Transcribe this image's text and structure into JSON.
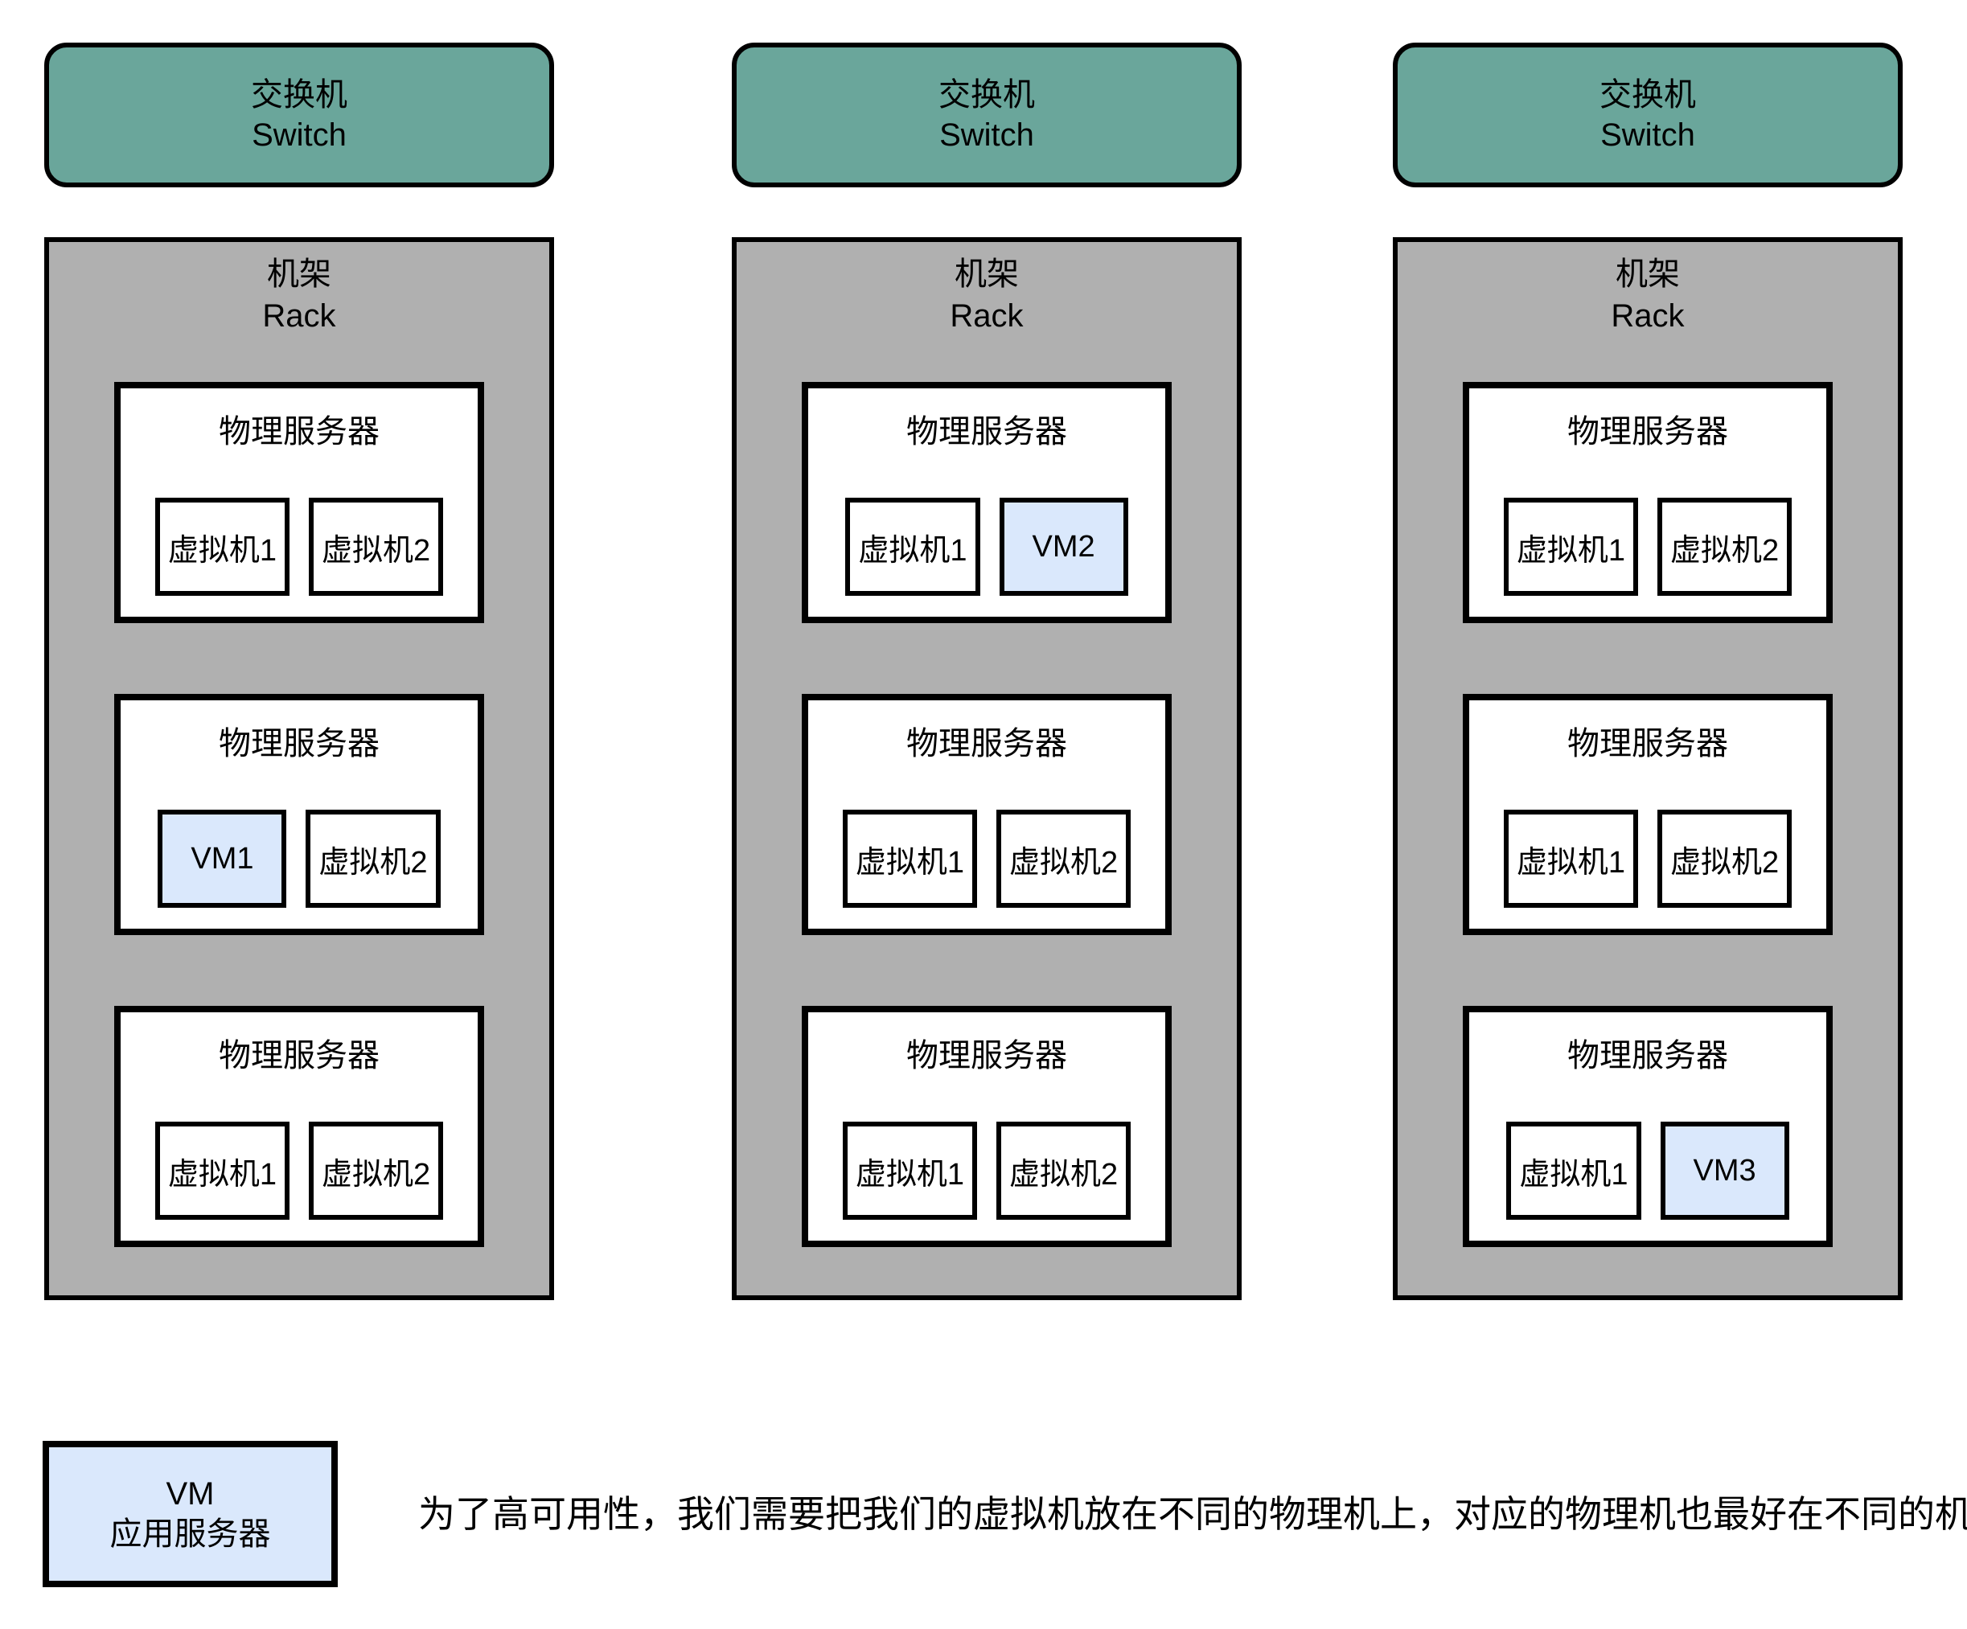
{
  "colors": {
    "switch-fill": "#6aa69b",
    "rack-fill": "#b0b0b0",
    "vm-highlight-fill": "#dae8fc",
    "box-fill": "#ffffff",
    "border": "#000000"
  },
  "labels": {
    "switch_zh": "交换机",
    "switch_en": "Switch",
    "rack_zh": "机架",
    "rack_en": "Rack",
    "server": "物理服务器"
  },
  "legend": {
    "line1": "VM",
    "line2": "应用服务器"
  },
  "caption": "为了高可用性，我们需要把我们的虚拟机放在不同的物理机上，对应的物理机也最好在不同的机架上",
  "racks": [
    {
      "servers": [
        {
          "vms": [
            {
              "label": "虚拟机1",
              "highlight": false
            },
            {
              "label": "虚拟机2",
              "highlight": false
            }
          ]
        },
        {
          "vms": [
            {
              "label": "VM1",
              "highlight": true
            },
            {
              "label": "虚拟机2",
              "highlight": false
            }
          ]
        },
        {
          "vms": [
            {
              "label": "虚拟机1",
              "highlight": false
            },
            {
              "label": "虚拟机2",
              "highlight": false
            }
          ]
        }
      ]
    },
    {
      "servers": [
        {
          "vms": [
            {
              "label": "虚拟机1",
              "highlight": false
            },
            {
              "label": "VM2",
              "highlight": true
            }
          ]
        },
        {
          "vms": [
            {
              "label": "虚拟机1",
              "highlight": false
            },
            {
              "label": "虚拟机2",
              "highlight": false
            }
          ]
        },
        {
          "vms": [
            {
              "label": "虚拟机1",
              "highlight": false
            },
            {
              "label": "虚拟机2",
              "highlight": false
            }
          ]
        }
      ]
    },
    {
      "servers": [
        {
          "vms": [
            {
              "label": "虚拟机1",
              "highlight": false
            },
            {
              "label": "虚拟机2",
              "highlight": false
            }
          ]
        },
        {
          "vms": [
            {
              "label": "虚拟机1",
              "highlight": false
            },
            {
              "label": "虚拟机2",
              "highlight": false
            }
          ]
        },
        {
          "vms": [
            {
              "label": "虚拟机1",
              "highlight": false
            },
            {
              "label": "VM3",
              "highlight": true
            }
          ]
        }
      ]
    }
  ]
}
